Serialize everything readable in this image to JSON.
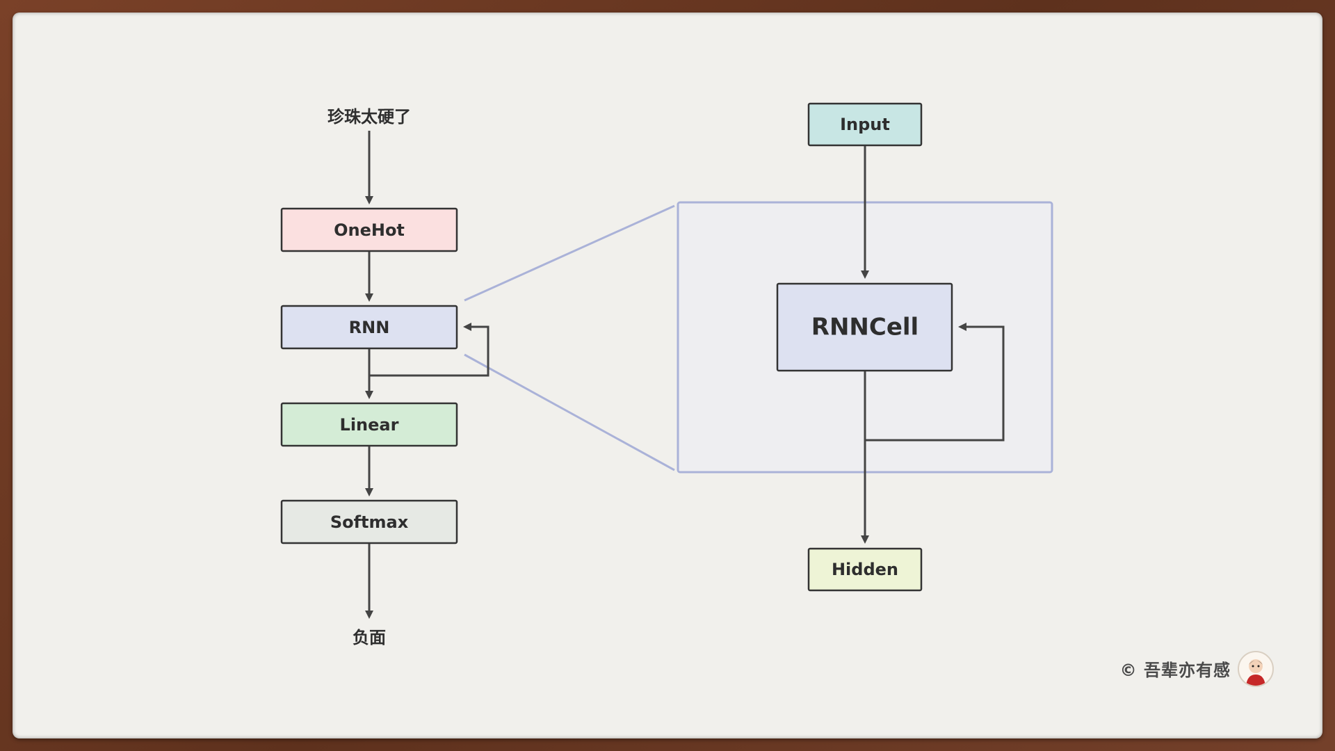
{
  "left_flow": {
    "input_text": "珍珠太硬了",
    "output_text": "负面",
    "nodes": [
      {
        "label": "OneHot",
        "color": "#fbe0e0"
      },
      {
        "label": "RNN",
        "color": "#dde1f1"
      },
      {
        "label": "Linear",
        "color": "#d4ecd6"
      },
      {
        "label": "Softmax",
        "color": "#e6e9e4"
      }
    ]
  },
  "right_flow": {
    "input_label": "Input",
    "input_color": "#c8e6e4",
    "cell_label": "RNNCell",
    "cell_color": "#dde1f1",
    "output_label": "Hidden",
    "output_color": "#eef4d6",
    "zoom_border_color": "#aab2d8"
  },
  "credit": {
    "text": "© 吾辈亦有感"
  }
}
